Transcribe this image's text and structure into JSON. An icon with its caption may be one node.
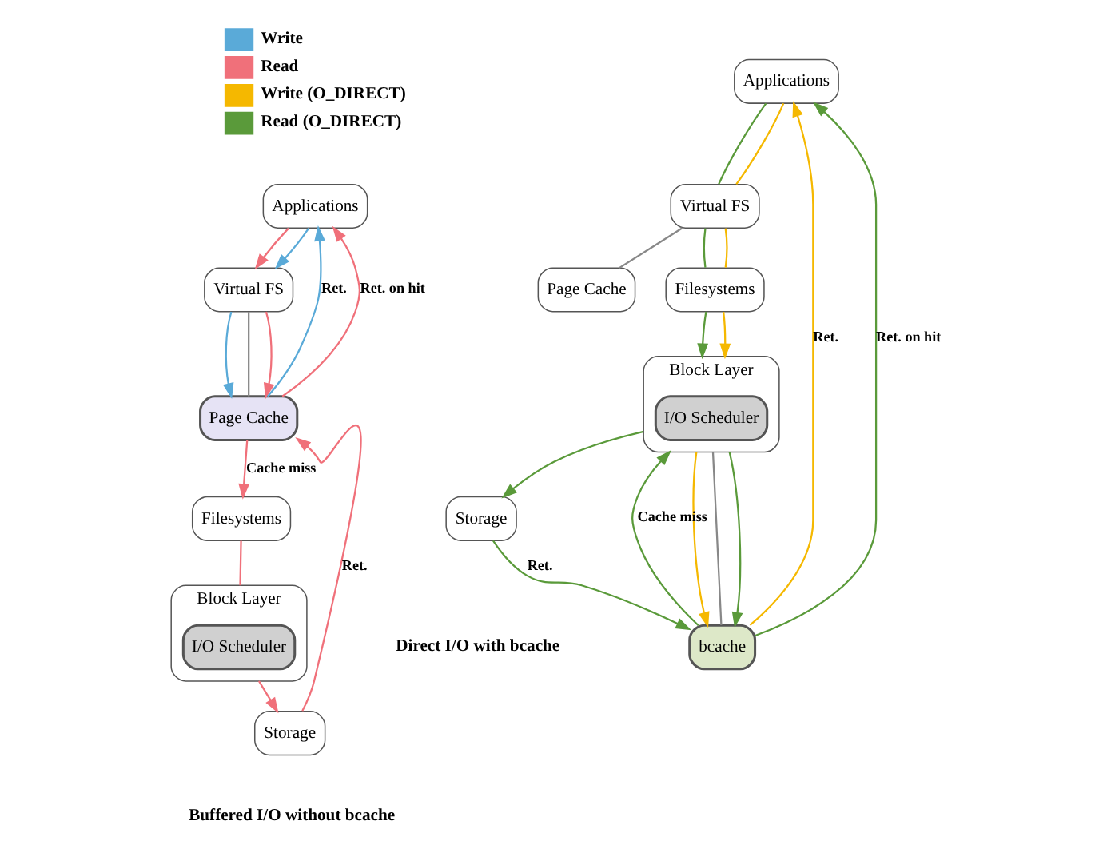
{
  "diagram": {
    "nodes": [
      {
        "text": [
          "Applications"
        ]
      },
      {
        "text": [
          "Virtual FS"
        ]
      },
      {
        "text": [
          "Page Cache"
        ]
      },
      {
        "text": [
          "Filesystems"
        ]
      },
      {
        "text": [
          "Block Layer"
        ]
      },
      {
        "text": [
          "I/O Scheduler"
        ],
        "in": 4
      },
      {
        "text": [
          "Storage"
        ]
      },
      {
        "text": [
          "Applications"
        ]
      },
      {
        "text": [
          "Virtual FS"
        ]
      },
      {
        "text": [
          "Page Cache"
        ]
      },
      {
        "text": [
          "Filesystems"
        ]
      },
      {
        "text": [
          "Block Layer"
        ]
      },
      {
        "text": [
          "I/O Scheduler"
        ],
        "in": 11
      },
      {
        "text": [
          "bcache"
        ]
      },
      {
        "text": [
          "Storage"
        ]
      }
    ],
    "edges": [
      {
        "from": 0,
        "to": 1,
        "arrow": "to",
        "color": "#f0707a"
      },
      {
        "from": 0,
        "to": 1,
        "arrow": "to",
        "color": "#5aaad8"
      },
      {
        "from": 1,
        "to": 2,
        "arrow": "to",
        "color": "#5aaad8"
      },
      {
        "from": 1,
        "to": 2,
        "arrow": "none",
        "color": "#888888"
      },
      {
        "from": 1,
        "to": 2,
        "arrow": "to",
        "color": "#f0707a"
      },
      {
        "from": 2,
        "to": 0,
        "arrow": "to",
        "label": "Ret.",
        "color": "#5aaad8"
      },
      {
        "from": 2,
        "to": 0,
        "arrow": "to",
        "label": "Ret. on hit",
        "color": "#f0707a"
      },
      {
        "from": 2,
        "to": 3,
        "arrow": "to",
        "label": "Cache miss",
        "color": "#f0707a"
      },
      {
        "from": 3,
        "to": 4,
        "arrow": "none",
        "color": "#f0707a"
      },
      {
        "from": 4,
        "to": 6,
        "arrow": "to",
        "color": "#f0707a"
      },
      {
        "from": 6,
        "to": 2,
        "arrow": "to",
        "label": "Ret.",
        "color": "#f0707a"
      },
      {
        "from": 7,
        "to": 8,
        "arrow": "none",
        "color": "#5a9a3a"
      },
      {
        "from": 7,
        "to": 8,
        "arrow": "none",
        "color": "#f5b800"
      },
      {
        "from": 8,
        "to": 9,
        "arrow": "none",
        "color": "#888888"
      },
      {
        "from": 8,
        "to": 10,
        "arrow": "none",
        "color": "#5a9a3a"
      },
      {
        "from": 8,
        "to": 10,
        "arrow": "none",
        "color": "#f5b800"
      },
      {
        "from": 10,
        "to": 11,
        "arrow": "to",
        "color": "#5a9a3a"
      },
      {
        "from": 10,
        "to": 11,
        "arrow": "to",
        "color": "#f5b800"
      },
      {
        "from": 11,
        "to": 13,
        "arrow": "to",
        "color": "#f5b800"
      },
      {
        "from": 11,
        "to": 13,
        "arrow": "none",
        "color": "#888888"
      },
      {
        "from": 11,
        "to": 13,
        "arrow": "to",
        "color": "#5a9a3a"
      },
      {
        "from": 13,
        "to": 11,
        "arrow": "to",
        "label": "Cache miss",
        "color": "#5a9a3a"
      },
      {
        "from": 13,
        "to": 7,
        "arrow": "to",
        "label": "Ret.",
        "color": "#f5b800"
      },
      {
        "from": 13,
        "to": 7,
        "arrow": "to",
        "label": "Ret. on hit",
        "color": "#5a9a3a"
      },
      {
        "from": 11,
        "to": 14,
        "arrow": "to",
        "color": "#5a9a3a"
      },
      {
        "from": 14,
        "to": 13,
        "arrow": "to",
        "label": "Ret.",
        "color": "#5a9a3a"
      }
    ],
    "labels": [
      "Buffered I/O without bcache",
      "Direct I/O with bcache"
    ],
    "legend": [
      {
        "text": "Write",
        "color": "#5aaad8"
      },
      {
        "text": "Read",
        "color": "#f0707a"
      },
      {
        "text": "Write (O_DIRECT)",
        "color": "#f5b800"
      },
      {
        "text": "Read (O_DIRECT)",
        "color": "#5a9a3a"
      }
    ]
  }
}
